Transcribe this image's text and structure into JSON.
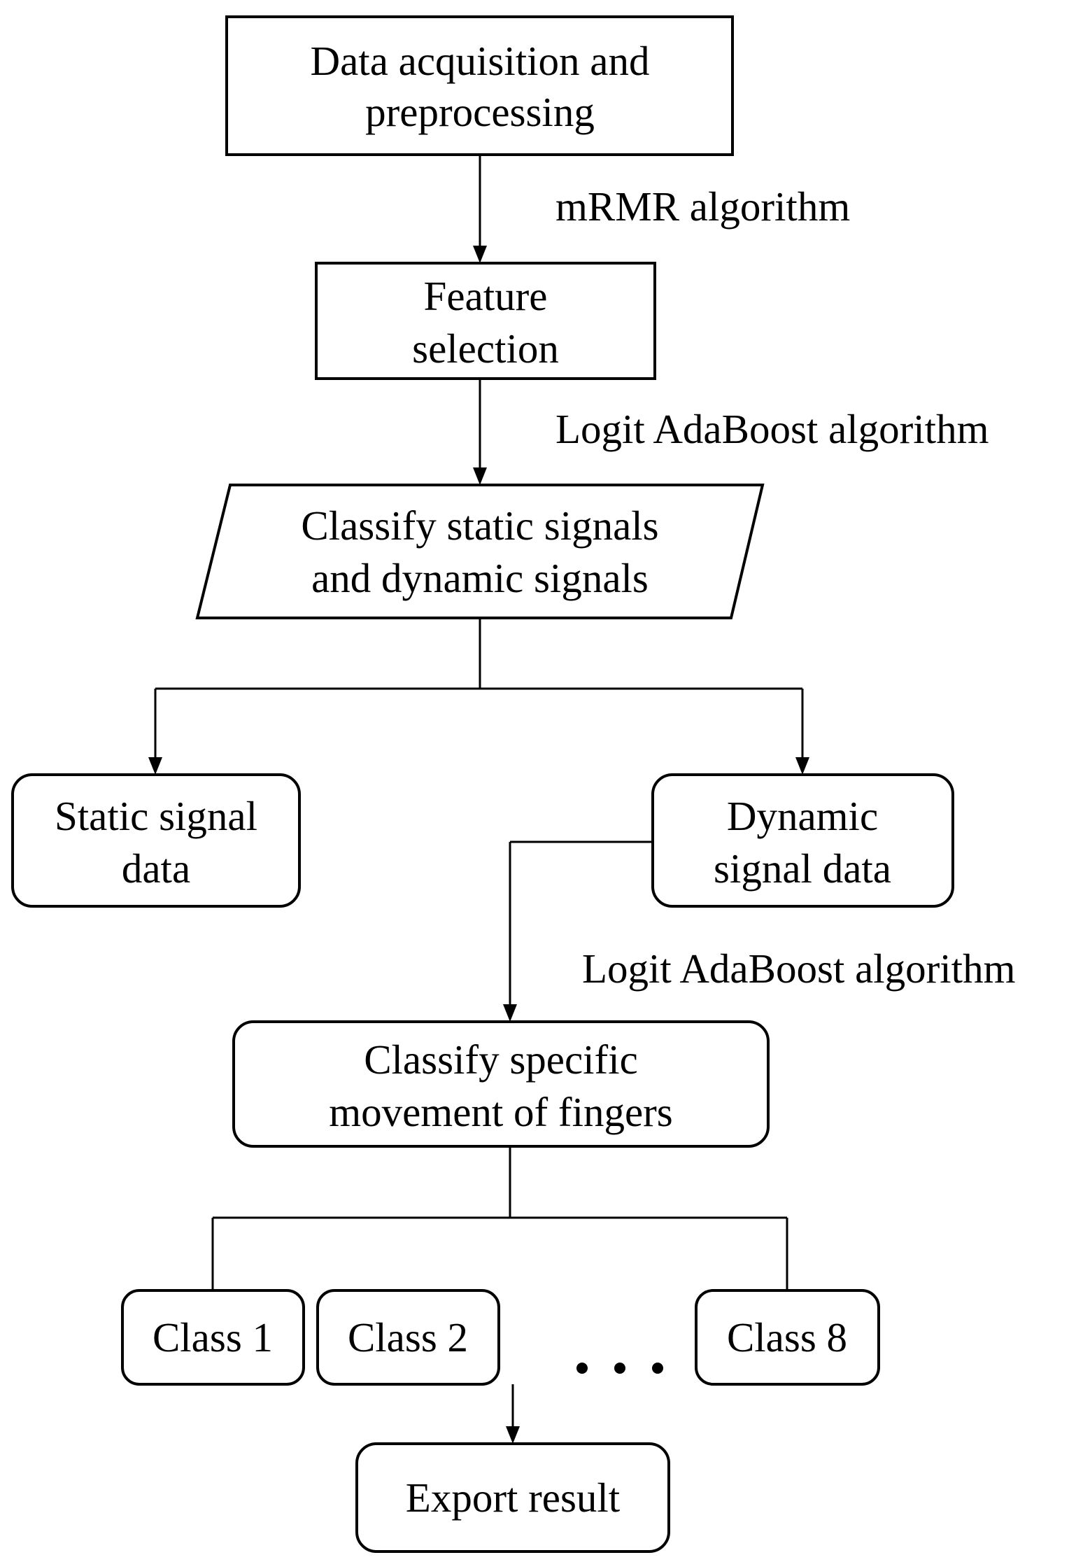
{
  "nodes": {
    "data_acquisition": {
      "line1": "Data acquisition and",
      "line2": "preprocessing"
    },
    "feature_selection": {
      "line1": "Feature",
      "line2": "selection"
    },
    "classify_signals": {
      "line1": "Classify static signals",
      "line2": "and dynamic signals"
    },
    "static_signal": {
      "line1": "Static signal",
      "line2": "data"
    },
    "dynamic_signal": {
      "line1": "Dynamic",
      "line2": "signal data"
    },
    "classify_movement": {
      "line1": "Classify specific",
      "line2": "movement of fingers"
    },
    "class_1": {
      "label": "Class 1"
    },
    "class_2": {
      "label": "Class 2"
    },
    "class_8": {
      "label": "Class 8"
    },
    "export_result": {
      "label": "Export result"
    }
  },
  "edges": {
    "mrmr": "mRMR algorithm",
    "logit_1": "Logit AdaBoost algorithm",
    "logit_2": "Logit AdaBoost algorithm"
  },
  "colors": {
    "stroke": "#000000",
    "fill": "#ffffff",
    "text": "#000000"
  },
  "icons": {
    "ellipsis": "three-dots-icon"
  }
}
